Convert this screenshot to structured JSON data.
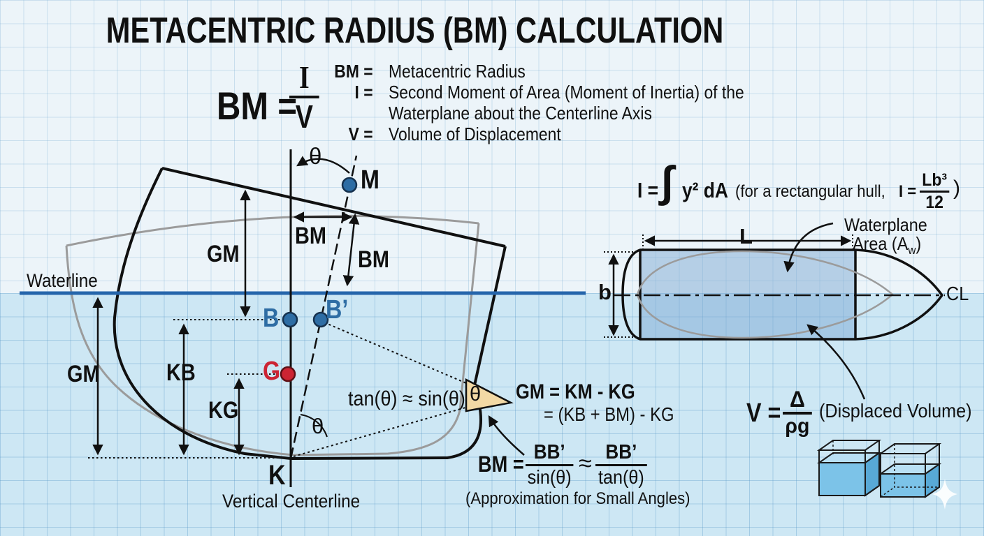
{
  "title": "METACENTRIC RADIUS (BM) CALCULATION",
  "main_formula": {
    "lhs": "BM =",
    "numerator": "I",
    "denominator": "V"
  },
  "definitions": {
    "bm_term": "BM =",
    "bm_def": "Metacentric Radius",
    "i_term": "I =",
    "i_def_line1": "Second Moment of Area (Moment of Inertia) of the",
    "i_def_line2": "Waterplane about the Centerline Axis",
    "v_term": "V =",
    "v_def": "Volume of Displacement"
  },
  "cross_section": {
    "waterline_label": "Waterline",
    "vertical_centerline_label": "Vertical Centerline",
    "gm_outer": "GM",
    "gm_inner": "GM",
    "kb": "KB",
    "kg": "KG",
    "bm_horizontal": "BM",
    "bm_tilted": "BM",
    "theta_top": "θ",
    "theta_keel": "θ",
    "theta_triangle": "θ",
    "point_m": "M",
    "point_b": "B",
    "point_b_prime": "B’",
    "point_g": "G",
    "point_k": "K",
    "small_angle_note": "tan(θ) ≈ sin(θ)"
  },
  "gm_formula": {
    "line1": "GM = KM - KG",
    "line2": "= (KB + BM) - KG"
  },
  "bm_formula": {
    "lhs": "BM =",
    "num1": "BB’",
    "den1": "sin(θ)",
    "approx_sign": "≈",
    "num2": "BB’",
    "den2": "tan(θ)",
    "note": "(Approximation for Small Angles)"
  },
  "inertia_formula": {
    "lhs": "I =",
    "integral_sign": "∫",
    "integrand": "y² dA",
    "note_prefix": "(for a rectangular hull,",
    "note_lhs": "I =",
    "frac_num": "Lb³",
    "frac_den": "12",
    "note_suffix": ")"
  },
  "waterplane": {
    "length_label": "L",
    "beam_label": "b",
    "centerline_label": "CL",
    "area_label_line1": "Waterplane",
    "area_label_line2_prefix": "Area (A",
    "area_label_subscript": "w",
    "area_label_line2_suffix": ")"
  },
  "volume_formula": {
    "lhs": "V =",
    "num": "Δ",
    "den": "ρg",
    "note": "(Displaced Volume)"
  },
  "colors": {
    "waterline": "#2565ab",
    "point_blue": "#2e6da4",
    "point_red": "#cc2433",
    "angle_triangle_fill": "#f3d9a5",
    "water_above": "#ecf4f9",
    "water_below": "#cde7f4"
  }
}
